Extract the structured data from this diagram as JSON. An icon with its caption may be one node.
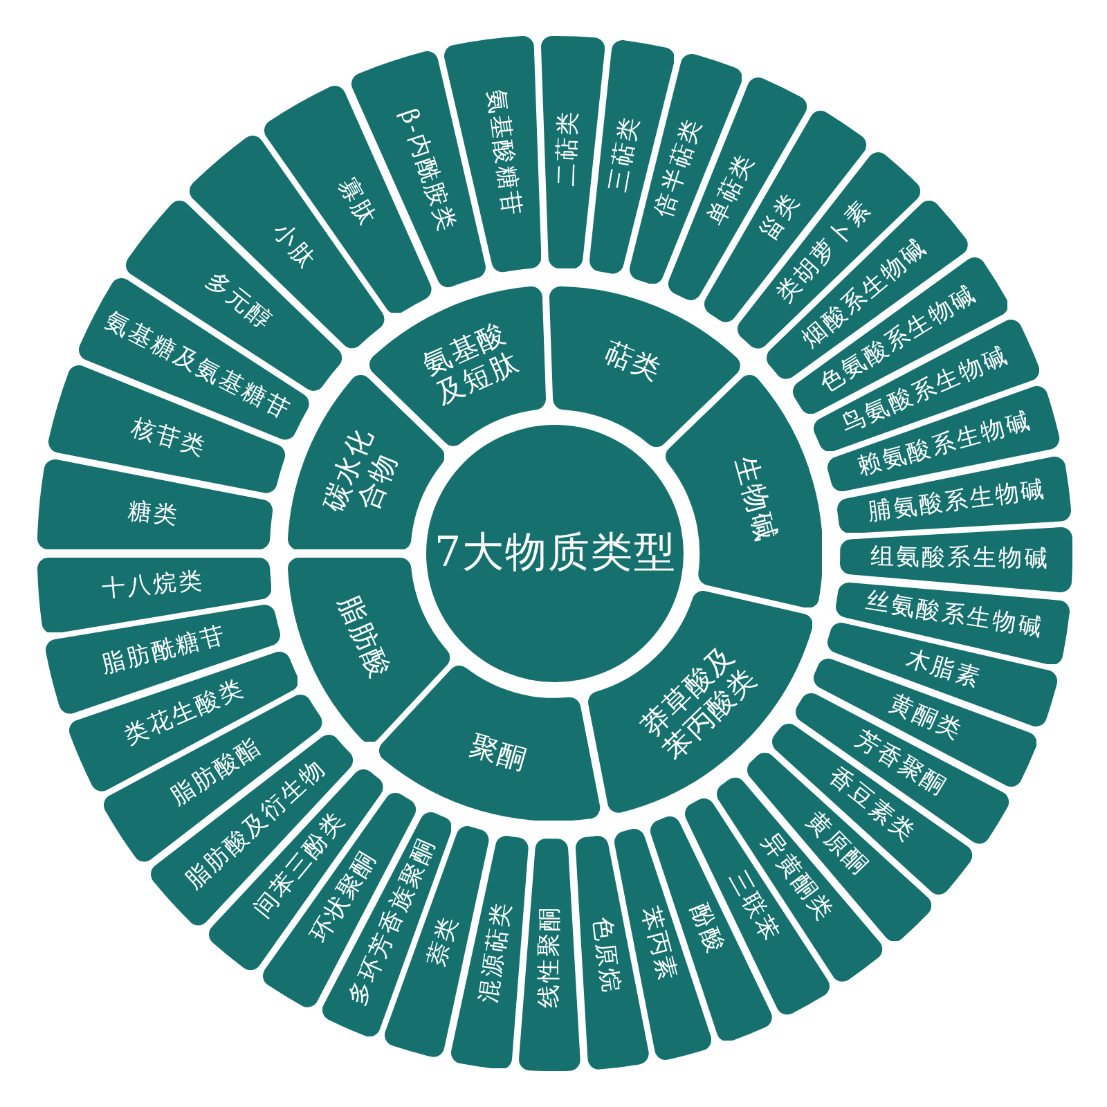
{
  "diagram": {
    "nodes": [
      {
        "text": [
          "7大物质类型"
        ]
      },
      {
        "text": [
          "萜类"
        ]
      },
      {
        "text": [
          "生物碱"
        ]
      },
      {
        "text": [
          "莽草酸及苯丙酸类"
        ]
      },
      {
        "text": [
          "聚酮"
        ]
      },
      {
        "text": [
          "脂肪酸"
        ]
      },
      {
        "text": [
          "碳水化合物"
        ]
      },
      {
        "text": [
          "氨基酸及短肽"
        ]
      },
      {
        "text": [
          "二萜类"
        ]
      },
      {
        "text": [
          "三萜类"
        ]
      },
      {
        "text": [
          "倍半萜类"
        ]
      },
      {
        "text": [
          "单萜类"
        ]
      },
      {
        "text": [
          "甾类"
        ]
      },
      {
        "text": [
          "类胡萝卜素"
        ]
      },
      {
        "text": [
          "烟酸系生物碱"
        ]
      },
      {
        "text": [
          "色氨酸系生物碱"
        ]
      },
      {
        "text": [
          "鸟氨酸系生物碱"
        ]
      },
      {
        "text": [
          "赖氨酸系生物碱"
        ]
      },
      {
        "text": [
          "脯氨酸系生物碱"
        ]
      },
      {
        "text": [
          "组氨酸系生物碱"
        ]
      },
      {
        "text": [
          "丝氨酸系生物碱"
        ]
      },
      {
        "text": [
          "木脂素"
        ]
      },
      {
        "text": [
          "黄酮类"
        ]
      },
      {
        "text": [
          "芳香聚酮"
        ]
      },
      {
        "text": [
          "香豆素类"
        ]
      },
      {
        "text": [
          "黄原酮"
        ]
      },
      {
        "text": [
          "异黄酮类"
        ]
      },
      {
        "text": [
          "三联苯"
        ]
      },
      {
        "text": [
          "酚酸"
        ]
      },
      {
        "text": [
          "苯丙素"
        ]
      },
      {
        "text": [
          "色原烷"
        ]
      },
      {
        "text": [
          "线性聚酮"
        ]
      },
      {
        "text": [
          "混源萜类"
        ]
      },
      {
        "text": [
          "萘类"
        ]
      },
      {
        "text": [
          "多环芳香族聚酮"
        ]
      },
      {
        "text": [
          "环状聚酮"
        ]
      },
      {
        "text": [
          "间苯三酚类"
        ]
      },
      {
        "text": [
          "脂肪酸及衍生物"
        ]
      },
      {
        "text": [
          "脂肪酸酯"
        ]
      },
      {
        "text": [
          "类花生酸类"
        ]
      },
      {
        "text": [
          "脂肪酰糖苷"
        ]
      },
      {
        "text": [
          "十八烷类"
        ]
      },
      {
        "text": [
          "糖类"
        ]
      },
      {
        "text": [
          "核苷类"
        ]
      },
      {
        "text": [
          "氨基糖及氨基糖苷"
        ]
      },
      {
        "text": [
          "多元醇"
        ]
      },
      {
        "text": [
          "小肽"
        ]
      },
      {
        "text": [
          "寡肽"
        ]
      },
      {
        "text": [
          "β-内酰胺类"
        ]
      },
      {
        "text": [
          "氨基酸糖苷"
        ]
      }
    ]
  }
}
